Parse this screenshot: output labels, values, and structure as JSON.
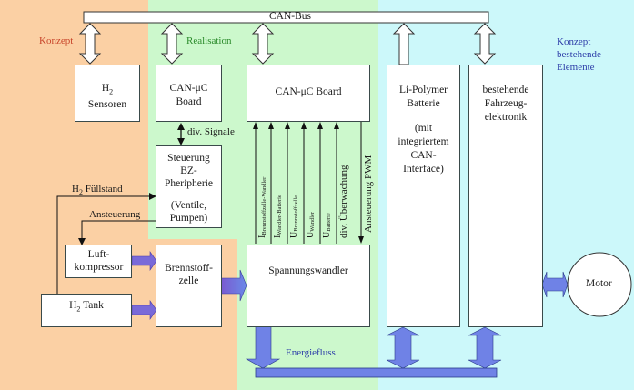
{
  "colors": {
    "konzept_bg": "#fbd0a4",
    "realisation_bg": "#ccf8cc",
    "bestehend_bg": "#ccf8fa",
    "energy_arrow": "#6f82e6",
    "fuel_arrow": "#7a6ad8",
    "konzept_text": "#c8452a",
    "realisation_text": "#2a8a2a",
    "bestehend_text": "#2c3ca8"
  },
  "regions": {
    "konzept": "Konzept",
    "realisation": "Realisation",
    "bestehend_line1": "Konzept",
    "bestehend_line2": "bestehende",
    "bestehend_line3": "Elemente"
  },
  "bus": {
    "label": "CAN-Bus"
  },
  "boxes": {
    "h2_sensoren": {
      "line1_main": "H",
      "line1_sub": "2",
      "line2": "Sensoren"
    },
    "can_uc_board_small": {
      "line1": "CAN-μC",
      "line2": "Board"
    },
    "can_uc_board_main": {
      "label": "CAN-μC Board"
    },
    "li_polymer": {
      "line1": "Li-Polymer",
      "line2": "Batterie",
      "line3": "(mit",
      "line4": "integriertem",
      "line5": "CAN-",
      "line6": "Interface)"
    },
    "fahrzeugelektronik": {
      "line1": "bestehende",
      "line2": "Fahrzeug-",
      "line3": "elektronik"
    },
    "steuerung_bz": {
      "line1": "Steuerung",
      "line2": "BZ-",
      "line3": "Pheripherie",
      "line4": "(Ventile,",
      "line5": "Pumpen)"
    },
    "luftkompressor": {
      "line1": "Luft-",
      "line2": "kompressor"
    },
    "h2_tank": {
      "main": "H",
      "sub": "2",
      "rest": " Tank"
    },
    "brennstoffzelle": {
      "line1": "Brennstoff-",
      "line2": "zelle"
    },
    "spannungswandler": {
      "label": "Spannungswandler"
    },
    "motor": {
      "label": "Motor"
    }
  },
  "signals": {
    "div_signale": "div. Signale",
    "h2_fuellstand_main": "H",
    "h2_fuellstand_sub": "2",
    "h2_fuellstand_rest": " Füllstand",
    "ansteuerung": "Ansteuerung",
    "energiefluss": "Energiefluss",
    "measurements": [
      {
        "main": "I",
        "sub": "Brennstoffzelle-Wandler"
      },
      {
        "main": "I",
        "sub": "Wandler-Batterie"
      },
      {
        "main": "U",
        "sub": "Brennstoffzelle"
      },
      {
        "main": "U",
        "sub": "Wandler"
      },
      {
        "main": "U",
        "sub": "Batterie"
      },
      {
        "main": "div. Überwachung",
        "sub": ""
      }
    ],
    "pwm": "Ansteuerung PWM"
  }
}
